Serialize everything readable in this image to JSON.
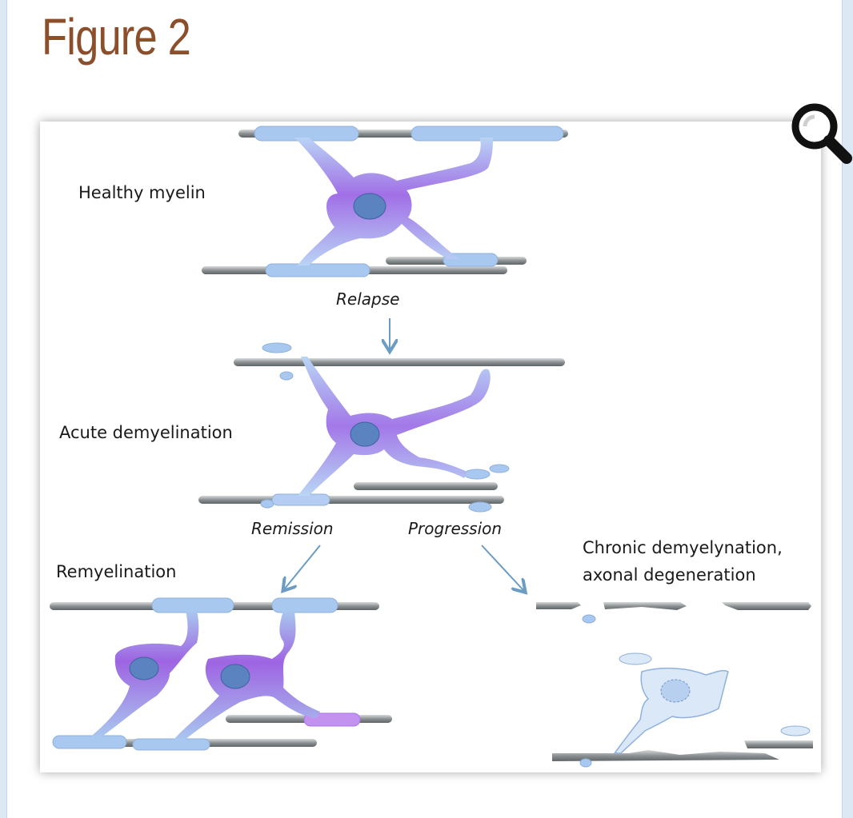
{
  "page": {
    "title": "Figure 2"
  },
  "figure": {
    "labels": {
      "healthy": "Healthy myelin",
      "relapse": "Relapse",
      "acute": "Acute demyelination",
      "remission": "Remission",
      "progression": "Progression",
      "remyelination": "Remyelination",
      "chronic_line1": "Chronic demyelynation,",
      "chronic_line2": "axonal degeneration"
    },
    "colors": {
      "axon": "#8f9496",
      "myelin": "#a9c8ef",
      "cell_body": "#a876e6",
      "nucleus": "#5a83bf",
      "arrow": "#6a9cc4",
      "title": "#8b4f2b"
    },
    "icons": {
      "zoom": "magnifier-icon"
    }
  }
}
